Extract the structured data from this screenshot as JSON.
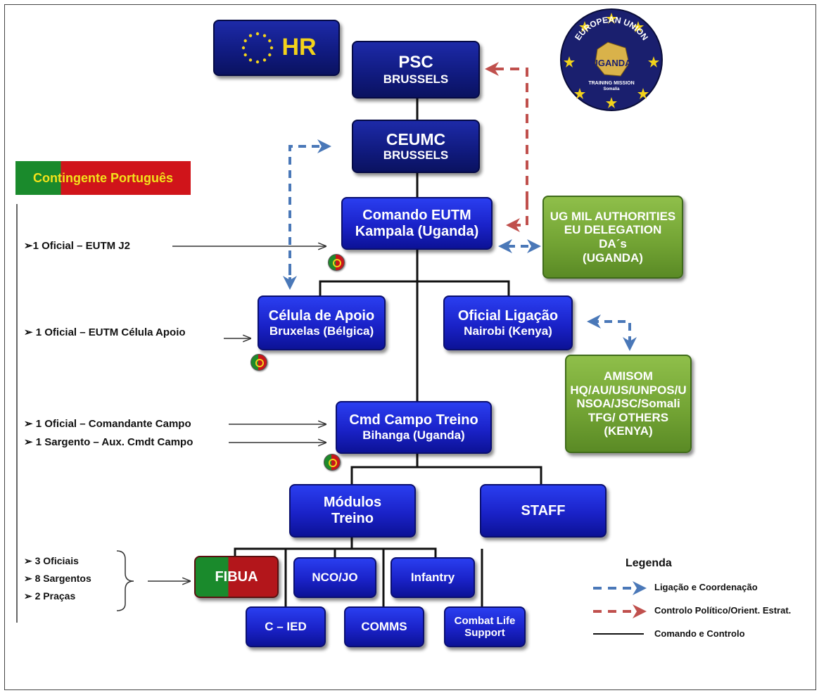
{
  "boxes": {
    "hr": "HR",
    "psc": [
      "PSC",
      "BRUSSELS"
    ],
    "ceumc": [
      "CEUMC",
      "BRUSSELS"
    ],
    "comando": [
      "Comando EUTM",
      "Kampala (Uganda)"
    ],
    "ug": [
      "UG MIL AUTHORITIES",
      "EU DELEGATION",
      "DA´s",
      "(UGANDA)"
    ],
    "celula": [
      "Célula de Apoio",
      "Bruxelas (Bélgica)"
    ],
    "oficial": [
      "Oficial Ligação",
      "Nairobi (Kenya)"
    ],
    "amisom": [
      "AMISOM",
      "HQ/AU/US/UNPOS/U",
      "NSOA/JSC/Somali",
      "TFG/ OTHERS",
      "(KENYA)"
    ],
    "cmd_campo": [
      "Cmd Campo Treino",
      "Bihanga (Uganda)"
    ],
    "modulos": [
      "Módulos",
      "Treino"
    ],
    "staff": "STAFF",
    "fibua": "FIBUA",
    "nco": "NCO/JO",
    "infantry": "Infantry",
    "cied": "C – IED",
    "comms": "COMMS",
    "cls": [
      "Combat Life",
      "Support"
    ]
  },
  "contingent_label": "Contingente Português",
  "left_labels": {
    "l1": "➢1 Oficial – EUTM J2",
    "l2": "➢ 1 Oficial – EUTM Célula Apoio",
    "l3": "➢ 1 Oficial – Comandante Campo",
    "l4": "➢ 1 Sargento – Aux. Cmdt Campo",
    "l5": "➢ 3 Oficiais",
    "l6": "➢ 8 Sargentos",
    "l7": "➢ 2 Praças"
  },
  "emblem_text": {
    "top": "EUROPEAN UNION",
    "center": "UGANDA",
    "bottom1": "TRAINING MISSION",
    "bottom2": "Somalia"
  },
  "legend": {
    "title": "Legenda",
    "items": [
      {
        "label": "Ligação e Coordenação",
        "color": "#4a78b8",
        "style": "dashed"
      },
      {
        "label": "Controlo Político/Orient. Estrat.",
        "color": "#c0504d",
        "style": "dashed"
      },
      {
        "label": "Comando e Controlo",
        "color": "#000000",
        "style": "solid"
      }
    ]
  },
  "colors": {
    "blue_box": "#1a22c8",
    "navy_box": "#101a7e",
    "green_box": "#71a233",
    "liaison": "#4a78b8",
    "political": "#c0504d"
  }
}
